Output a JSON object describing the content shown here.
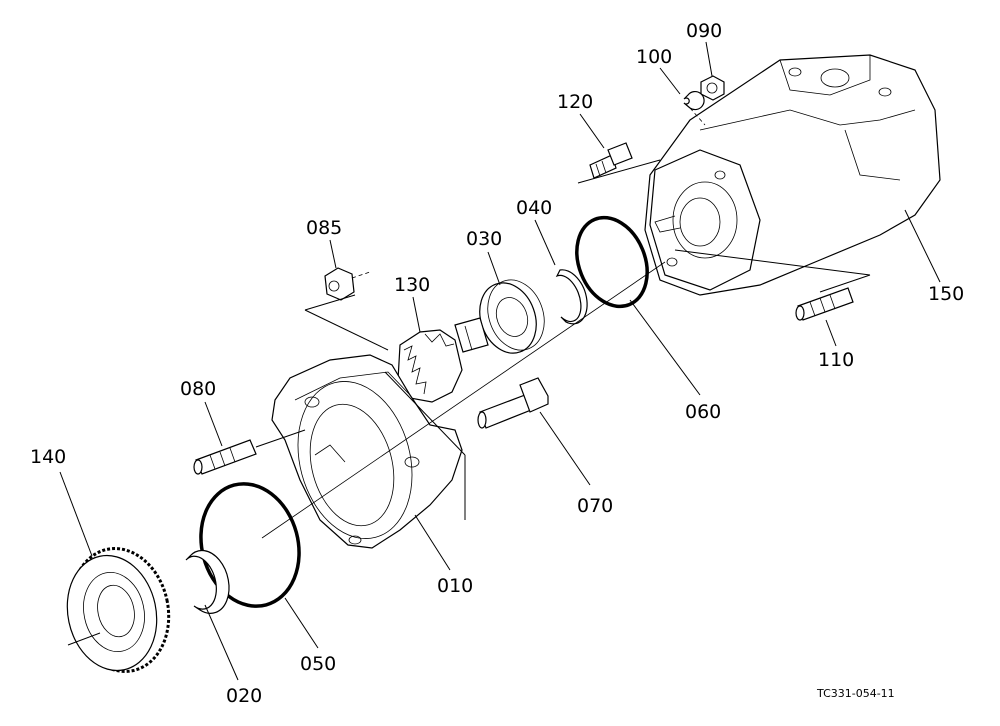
{
  "parts": {
    "p010": "010",
    "p020": "020",
    "p030": "030",
    "p040": "040",
    "p050": "050",
    "p060": "060",
    "p070": "070",
    "p080": "080",
    "p085": "085",
    "p090": "090",
    "p100": "100",
    "p110": "110",
    "p120": "120",
    "p130": "130",
    "p140": "140",
    "p150": "150"
  },
  "drawing_ref": "TC331-054-11"
}
